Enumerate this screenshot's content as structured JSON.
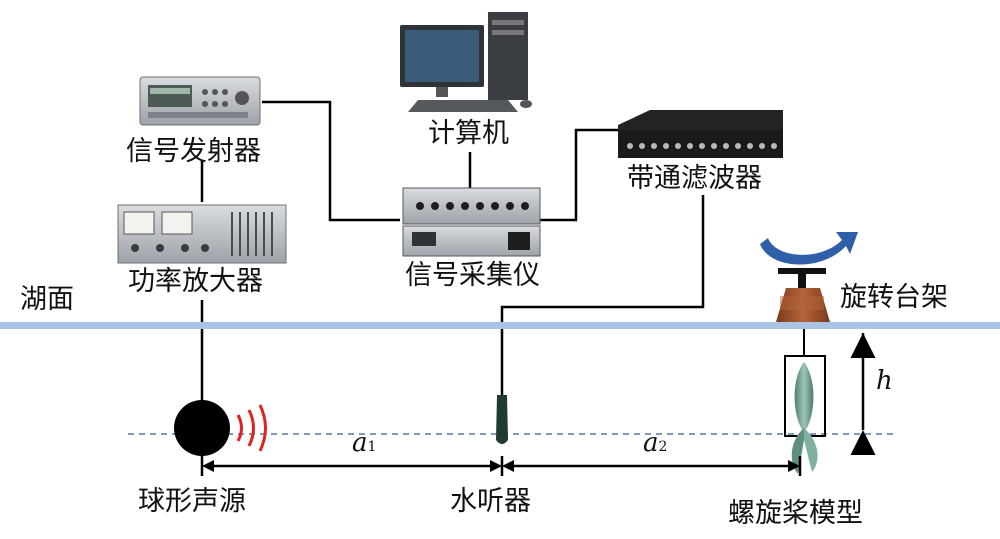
{
  "labels": {
    "signal_generator": "信号发射器",
    "computer": "计算机",
    "bandpass_filter": "带通滤波器",
    "power_amplifier": "功率放大器",
    "daq": "信号采集仪",
    "lake_surface": "湖面",
    "rotating_mount": "旋转台架",
    "sphere_source": "球形声源",
    "hydrophone": "水听器",
    "propeller_model": "螺旋桨模型"
  },
  "dimensions": {
    "a1": "a",
    "a1_sub": "1",
    "a2": "a",
    "a2_sub": "2",
    "h": "h"
  },
  "colors": {
    "water_line": "#a9c4e4",
    "dashed_line": "#7f9bb8",
    "sound_waves": "#e0231f",
    "rotation_arrow": "#2f5fa8",
    "mount_body": "#a0522d",
    "propeller": "#6f9e8f"
  }
}
